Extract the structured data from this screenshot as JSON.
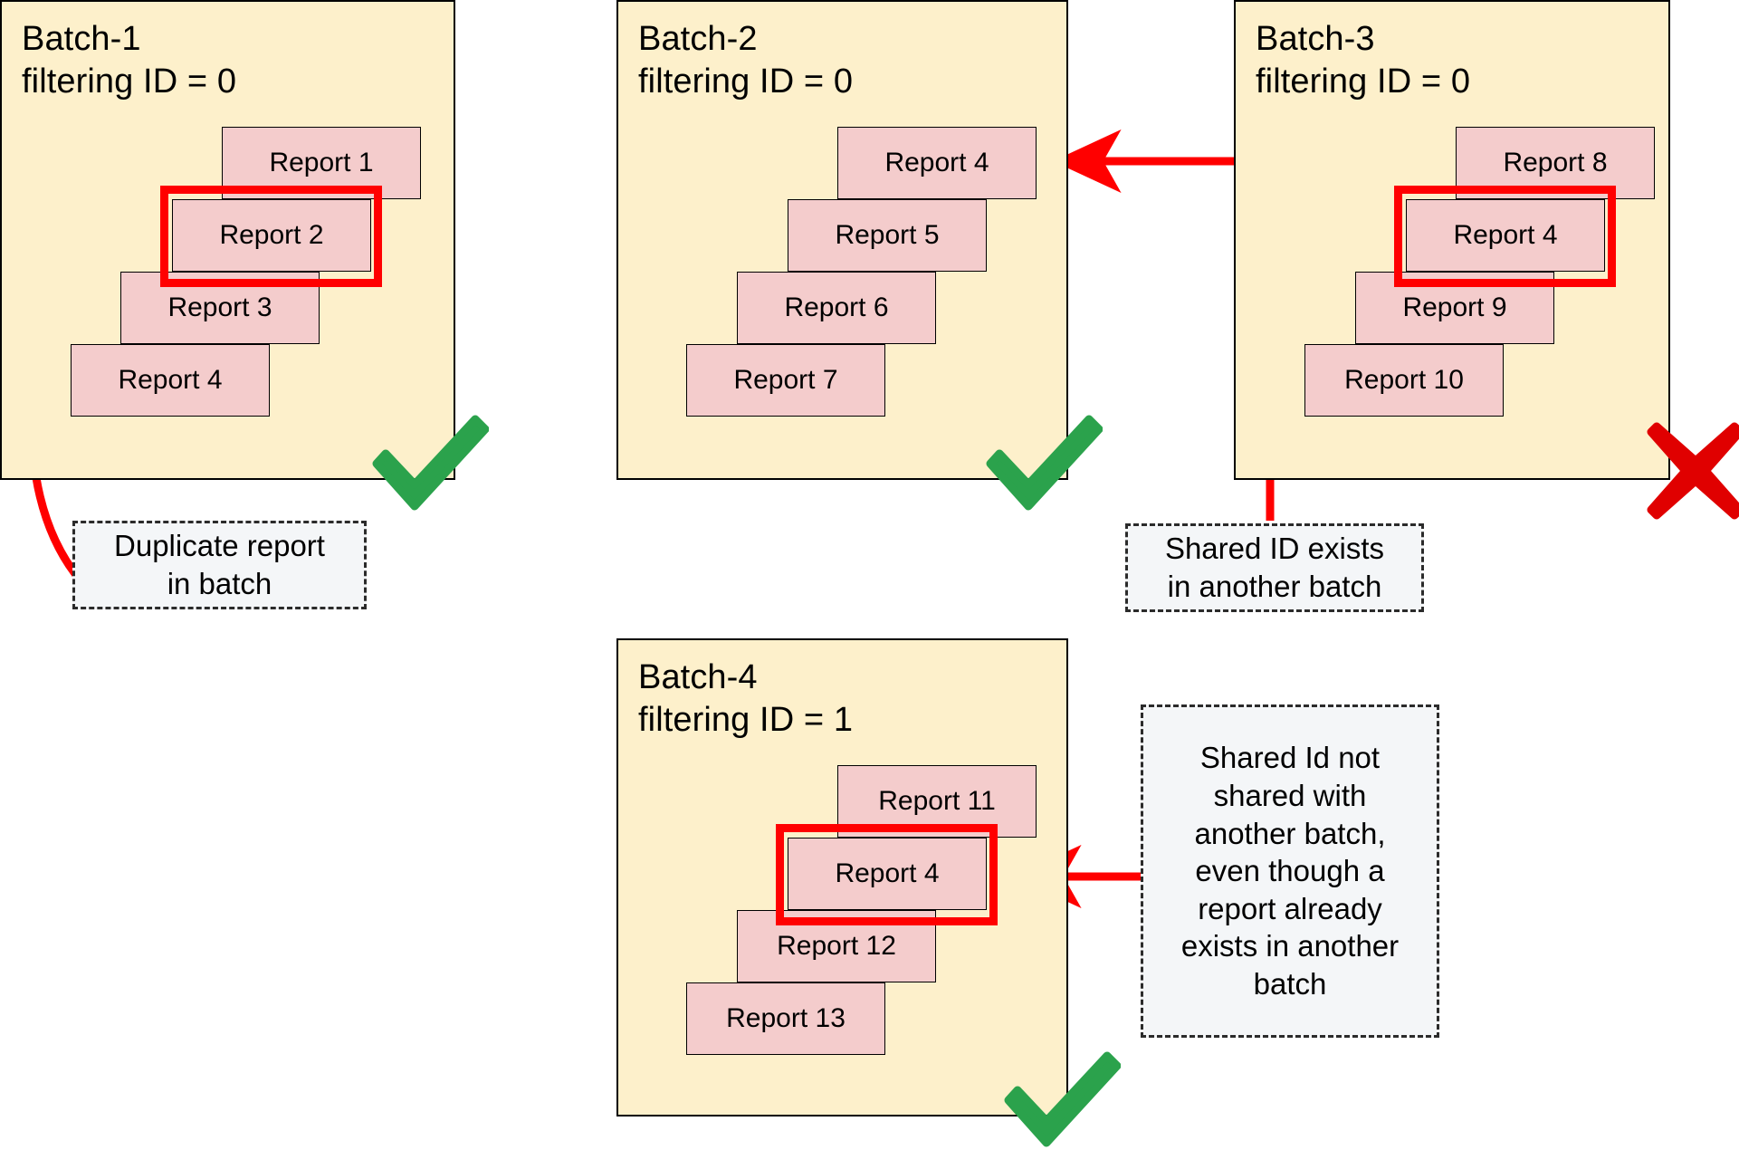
{
  "diagram": {
    "title": "Report batching and shared ID validation",
    "colors": {
      "batch_fill": "#fdf0cb",
      "batch_border": "#000000",
      "report_fill": "#f4cccc",
      "report_border": "#000000",
      "highlight": "#ff0000",
      "arrow": "#ff0000",
      "valid_mark": "#2ba24c",
      "invalid_mark": "#e00000",
      "callout_fill": "#f4f6f8",
      "callout_border": "#2b2b2b"
    }
  },
  "batches": [
    {
      "id": "batch-1",
      "name": "Batch-1",
      "filter_label": "filtering ID = 0",
      "title_text": "Batch-1\nfiltering ID = 0",
      "status": "valid",
      "status_icon": "check-icon",
      "reports": [
        {
          "label": "Report 1"
        },
        {
          "label": "Report 2",
          "highlighted": true
        },
        {
          "label": "Report 3"
        },
        {
          "label": "Report 4"
        }
      ]
    },
    {
      "id": "batch-2",
      "name": "Batch-2",
      "filter_label": "filtering ID = 0",
      "title_text": "Batch-2\nfiltering ID = 0",
      "status": "valid",
      "status_icon": "check-icon",
      "reports": [
        {
          "label": "Report 4"
        },
        {
          "label": "Report 5"
        },
        {
          "label": "Report 6"
        },
        {
          "label": "Report 7"
        }
      ]
    },
    {
      "id": "batch-3",
      "name": "Batch-3",
      "filter_label": "filtering ID = 0",
      "title_text": "Batch-3\nfiltering ID = 0",
      "status": "invalid",
      "status_icon": "cross-icon",
      "reports": [
        {
          "label": "Report 8"
        },
        {
          "label": "Report 4",
          "highlighted": true
        },
        {
          "label": "Report 9"
        },
        {
          "label": "Report 10"
        }
      ]
    },
    {
      "id": "batch-4",
      "name": "Batch-4",
      "filter_label": "filtering ID = 1",
      "title_text": "Batch-4\nfiltering ID = 1",
      "status": "valid",
      "status_icon": "check-icon",
      "reports": [
        {
          "label": "Report 11"
        },
        {
          "label": "Report 4",
          "highlighted": true
        },
        {
          "label": "Report 12"
        },
        {
          "label": "Report 13"
        }
      ]
    }
  ],
  "callouts": [
    {
      "id": "callout-duplicate",
      "text": "Duplicate report\nin batch",
      "points_to": "batch-1 Report 2"
    },
    {
      "id": "callout-shared-id-exists",
      "text": "Shared ID exists\nin another batch",
      "points_to": "batch-2 Report 4 and batch-3 Report 4"
    },
    {
      "id": "callout-shared-id-not-shared",
      "text": "Shared Id not\nshared with\nanother batch,\neven though a\nreport already\nexists in another\nbatch",
      "points_to": "batch-4 Report 4"
    }
  ]
}
